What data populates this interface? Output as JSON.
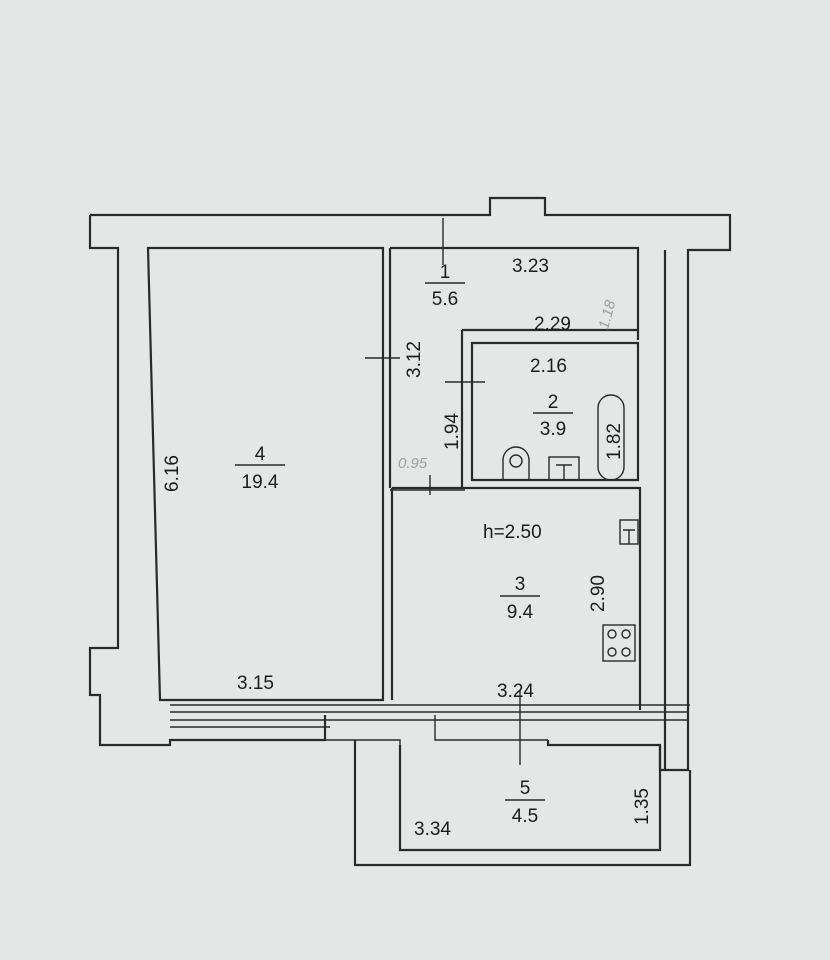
{
  "ceiling_height": "h=2.50",
  "rooms": [
    {
      "number": "1",
      "area": "5.6"
    },
    {
      "number": "2",
      "area": "3.9"
    },
    {
      "number": "3",
      "area": "9.4"
    },
    {
      "number": "4",
      "area": "19.4"
    },
    {
      "number": "5",
      "area": "4.5"
    }
  ],
  "dimensions": {
    "d_3_23": "3.23",
    "d_2_29": "2.29",
    "d_2_16": "2.16",
    "d_3_12": "3.12",
    "d_1_94": "1.94",
    "d_1_82": "1.82",
    "d_6_16": "6.16",
    "d_3_15": "3.15",
    "d_2_90": "2.90",
    "d_3_24": "3.24",
    "d_3_34": "3.34",
    "d_1_35": "1.35"
  },
  "handwritten": {
    "h1": "1.18",
    "h2": "0.95"
  }
}
